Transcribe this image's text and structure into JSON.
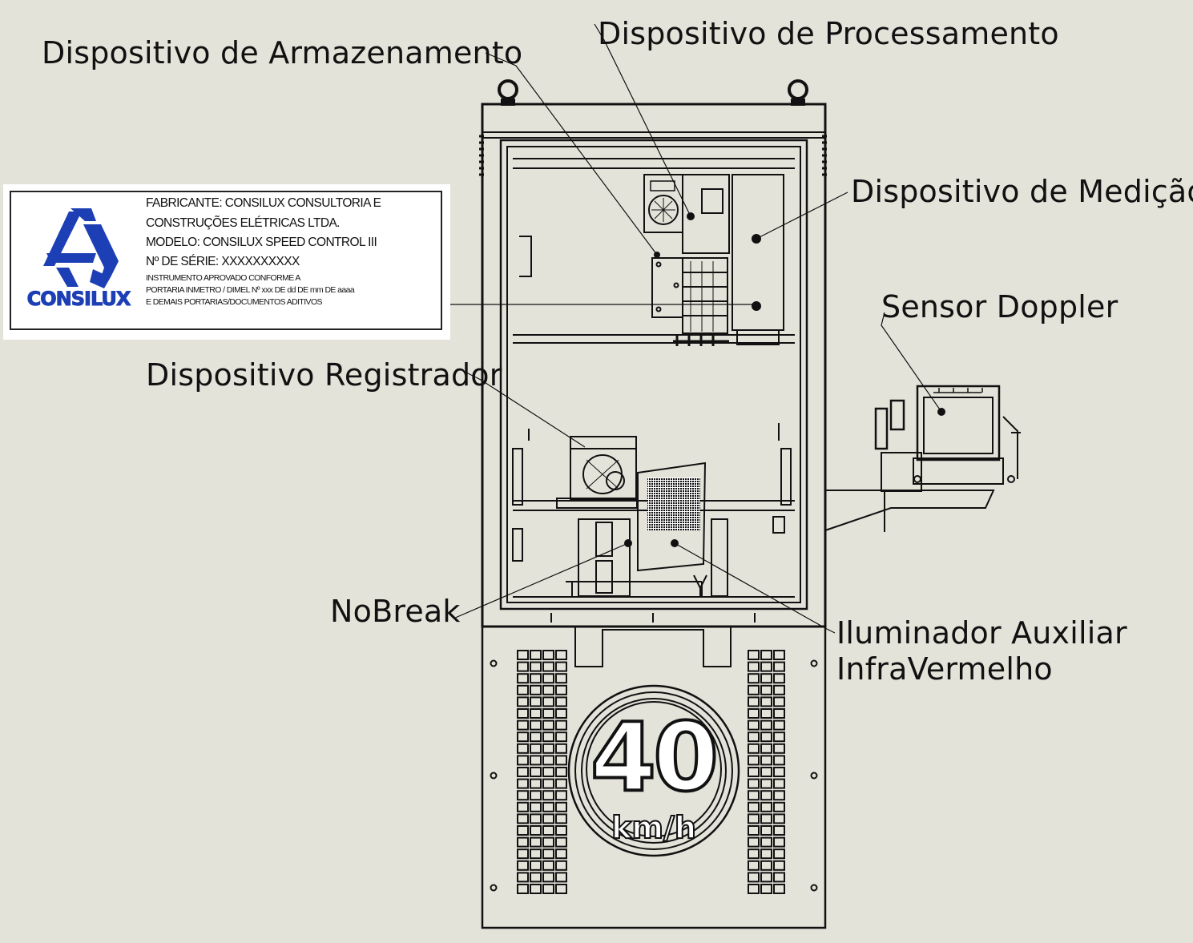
{
  "callouts": {
    "armazenamento": "Dispositivo de Armazenamento",
    "processamento": "Dispositivo de Processamento",
    "medicao": "Dispositivo de Medição",
    "sensor": "Sensor Doppler",
    "registrador": "Dispositivo Registrador",
    "nobreak": "NoBreak",
    "iluminador_1": "Iluminador Auxiliar",
    "iluminador_2": "InfraVermelho"
  },
  "nameplate": {
    "logo_text": "CONSILUX",
    "lines": [
      "FABRICANTE: CONSILUX CONSULTORIA E",
      "CONSTRUÇÕES ELÉTRICAS LTDA.",
      "MODELO: CONSILUX SPEED CONTROL III",
      "Nº DE SÉRIE: XXXXXXXXXX",
      "INSTRUMENTO APROVADO CONFORME A",
      "PORTARIA INMETRO / DIMEL Nº xxx DE dd DE mm DE aaaa",
      "E DEMAIS PORTARIAS/DOCUMENTOS ADITIVOS"
    ]
  },
  "speed_sign": {
    "value": "40",
    "unit": "km/h"
  },
  "colors": {
    "background": "#e4e3da",
    "line": "#111111",
    "logo": "#1c3fb5"
  }
}
